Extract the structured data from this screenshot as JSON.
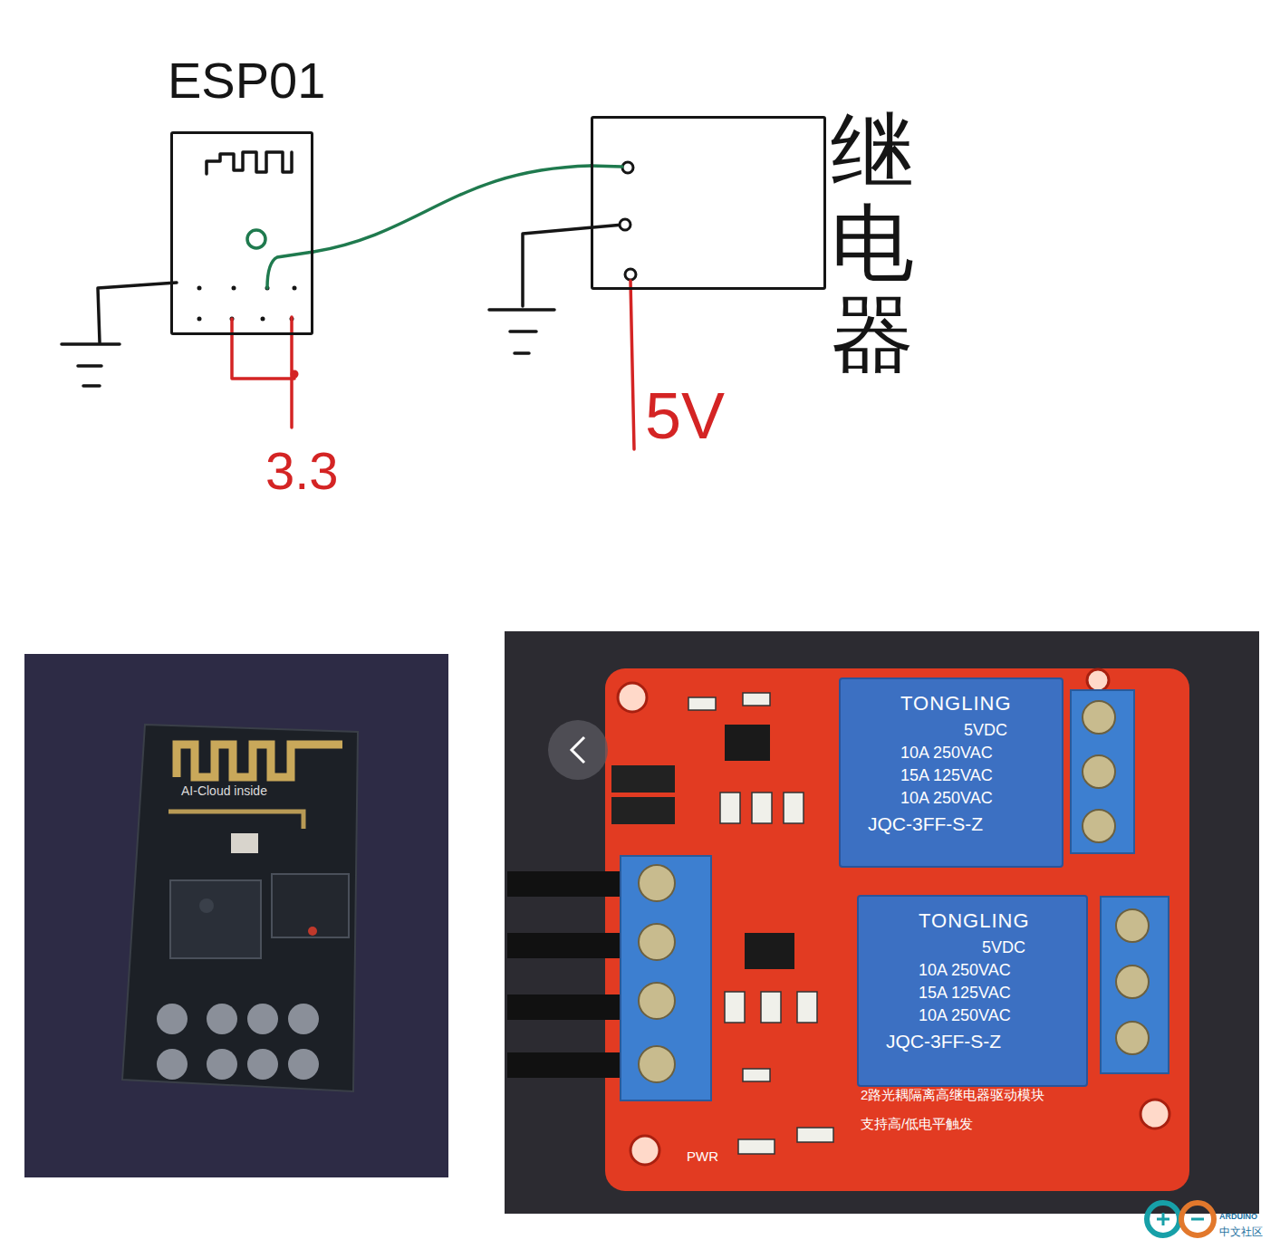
{
  "diagram": {
    "nodes": [
      {
        "text": [
          "ESP01"
        ]
      },
      {
        "text": [
          "继电器"
        ]
      },
      {
        "text": [
          "AI-Cloud inside"
        ]
      },
      {
        "text": [
          "2路光耦隔离高继电器驱动模块",
          "支持高/低电平触发",
          "PWR"
        ]
      },
      {
        "text": [
          "TONGLING",
          "5VDC",
          "10A 250VAC",
          "15A 125VAC",
          "10A 250VAC",
          "JQC-3FF-S-Z"
        ],
        "in": 3
      },
      {
        "text": [
          "TONGLING",
          "5VDC",
          "10A 250VAC",
          "15A 125VAC",
          "10A 250VAC",
          "JQC-3FF-S-Z"
        ],
        "in": 3
      }
    ],
    "edges": [
      {
        "from": 0,
        "to": 1,
        "arrow": "none"
      }
    ],
    "labels": [
      "3.3",
      "5V",
      "ARDUINO",
      "中文社区"
    ]
  }
}
